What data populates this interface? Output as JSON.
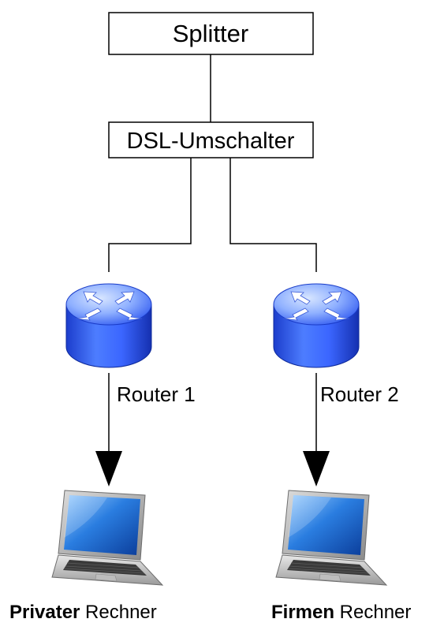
{
  "nodes": {
    "splitter": {
      "label": "Splitter"
    },
    "dsl_switch": {
      "label": "DSL-Umschalter"
    },
    "router1": {
      "label": "Router 1"
    },
    "router2": {
      "label": "Router 2"
    },
    "laptop_private": {
      "label_bold": "Privater",
      "label_rest": " Rechner"
    },
    "laptop_company": {
      "label_bold": "Firmen",
      "label_rest": " Rechner"
    }
  },
  "icons": {
    "router": "router-icon",
    "laptop": "laptop-icon"
  },
  "colors": {
    "router_light": "#8fb4ff",
    "router_dark": "#1d46ff",
    "line": "#000000"
  }
}
